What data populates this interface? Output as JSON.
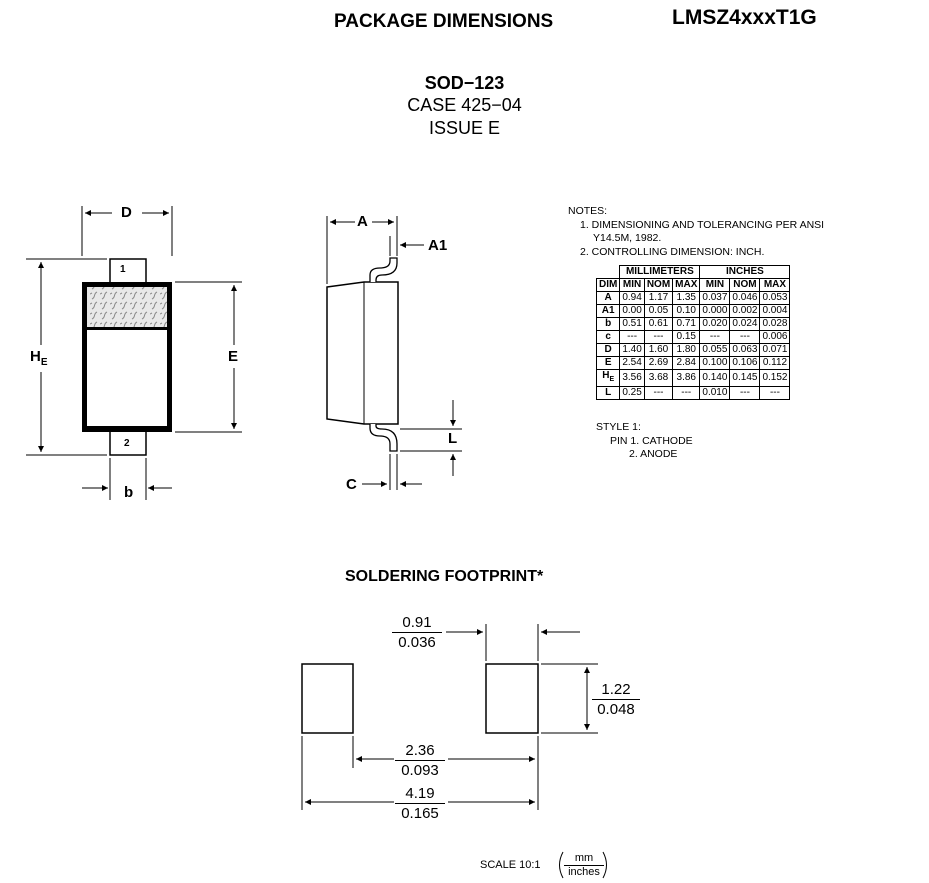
{
  "header": {
    "title": "PACKAGE DIMENSIONS",
    "part_number": "LMSZ4xxxT1G"
  },
  "package": {
    "name": "SOD−123",
    "case": "CASE 425−04",
    "issue": "ISSUE E"
  },
  "notes": {
    "heading": "NOTES:",
    "lines": [
      "1. DIMENSIONING AND TOLERANCING PER ANSI",
      "Y14.5M, 1982.",
      "2. CONTROLLING DIMENSION: INCH."
    ]
  },
  "table": {
    "group_mm": "MILLIMETERS",
    "group_in": "INCHES",
    "col_dim": "DIM",
    "cols": [
      "MIN",
      "NOM",
      "MAX",
      "MIN",
      "NOM",
      "MAX"
    ],
    "rows": [
      {
        "dim": "A",
        "sub": "",
        "v": [
          "0.94",
          "1.17",
          "1.35",
          "0.037",
          "0.046",
          "0.053"
        ]
      },
      {
        "dim": "A1",
        "sub": "",
        "v": [
          "0.00",
          "0.05",
          "0.10",
          "0.000",
          "0.002",
          "0.004"
        ]
      },
      {
        "dim": "b",
        "sub": "",
        "v": [
          "0.51",
          "0.61",
          "0.71",
          "0.020",
          "0.024",
          "0.028"
        ]
      },
      {
        "dim": "c",
        "sub": "",
        "v": [
          "---",
          "---",
          "0.15",
          "---",
          "---",
          "0.006"
        ]
      },
      {
        "dim": "D",
        "sub": "",
        "v": [
          "1.40",
          "1.60",
          "1.80",
          "0.055",
          "0.063",
          "0.071"
        ]
      },
      {
        "dim": "E",
        "sub": "",
        "v": [
          "2.54",
          "2.69",
          "2.84",
          "0.100",
          "0.106",
          "0.112"
        ]
      },
      {
        "dim": "H",
        "sub": "E",
        "v": [
          "3.56",
          "3.68",
          "3.86",
          "0.140",
          "0.145",
          "0.152"
        ]
      },
      {
        "dim": "L",
        "sub": "",
        "v": [
          "0.25",
          "---",
          "---",
          "0.010",
          "---",
          "---"
        ]
      }
    ]
  },
  "style": {
    "heading": "STYLE 1:",
    "pin1": "PIN 1. CATHODE",
    "pin2": "2. ANODE"
  },
  "top_view": {
    "pin1": "1",
    "pin2": "2",
    "label_d": "D",
    "label_h": "H",
    "label_h_sub": "E",
    "label_e": "E",
    "label_b": "b"
  },
  "side_view": {
    "label_a": "A",
    "label_a1": "A1",
    "label_l": "L",
    "label_c": "C"
  },
  "footprint": {
    "title": "SOLDERING FOOTPRINT*",
    "dim_gap": {
      "mm": "0.91",
      "in": "0.036"
    },
    "dim_height": {
      "mm": "1.22",
      "in": "0.048"
    },
    "dim_inner": {
      "mm": "2.36",
      "in": "0.093"
    },
    "dim_outer": {
      "mm": "4.19",
      "in": "0.165"
    }
  },
  "scale": {
    "label": "SCALE 10:1",
    "unit_num": "mm",
    "unit_den": "inches"
  }
}
